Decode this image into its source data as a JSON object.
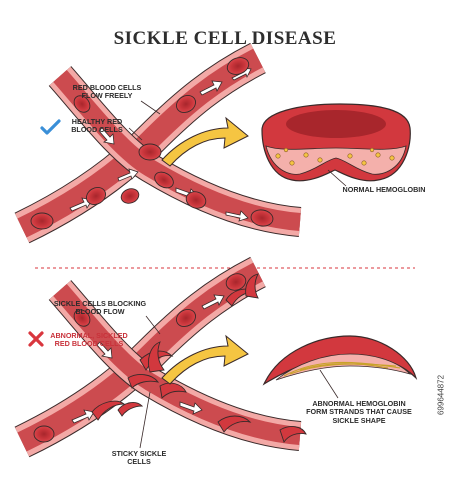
{
  "title": "SICKLE CELL DISEASE",
  "healthy": {
    "flow_label": "RED BLOOD CELLS\nFLOW FREELY",
    "status_label": "HEALTHY RED\nBLOOD CELLS",
    "status_color": "#3a8fd8",
    "icon": "checkmark-icon",
    "hemoglobin_label": "NORMAL HEMOGLOBIN"
  },
  "sickle": {
    "blocking_label": "SICKLE CELLS BLOCKING\nBLOOD FLOW",
    "status_label": "ABNORMAL, SICKLED\nRED BLOOD CELLS",
    "status_color": "#d9363e",
    "icon": "cross-icon",
    "hemoglobin_label": "ABNORMAL HEMOGLOBIN\nFORM STRANDS THAT CAUSE\nSICKLE SHAPE",
    "sticky_label": "STICKY SICKLE\nCELLS"
  },
  "stock_id": "699644872",
  "colors": {
    "vessel_wall": "#f3a9a6",
    "vessel_lumen": "#cc4b4f",
    "cell": "#d2383e",
    "cell_center": "#b02a30",
    "arrow": "#f5c542",
    "outline": "#3a2a2a"
  }
}
